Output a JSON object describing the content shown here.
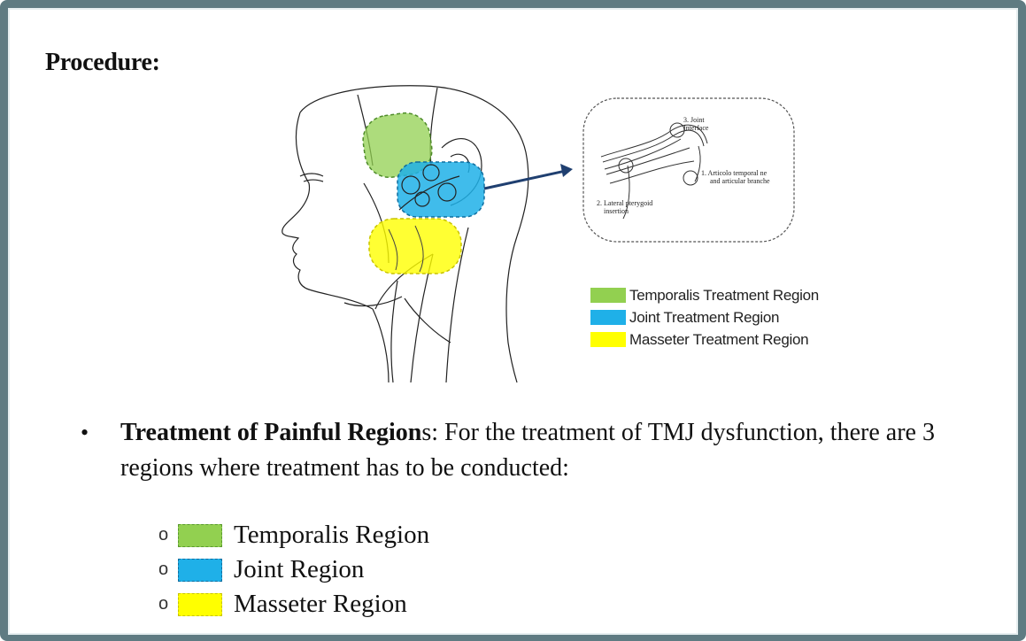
{
  "heading": "Procedure:",
  "figure": {
    "inset": {
      "label_1": "3. Joint",
      "label_1b": "Interface",
      "label_2": "1. Articolo temporal ne",
      "label_2b": "and articular branche",
      "label_3": "2. Lateral pterygoid",
      "label_3b": "insertion"
    },
    "legend": [
      {
        "label": "Temporalis Treatment Region",
        "color": "#92d050"
      },
      {
        "label": "Joint Treatment Region",
        "color": "#1fb0e8"
      },
      {
        "label": "Masseter Treatment Region",
        "color": "#ffff00"
      }
    ]
  },
  "bullet": {
    "marker": "•",
    "bold": "Treatment of Painful Region",
    "rest": "s:  For the treatment of TMJ dysfunction, there are 3 regions where treatment has to be conducted:"
  },
  "sublist": [
    {
      "marker": "o",
      "label": "Temporalis Region",
      "color": "#92d050"
    },
    {
      "marker": "o",
      "label": "Joint Region",
      "color": "#1fb0e8"
    },
    {
      "marker": "o",
      "label": "Masseter Region",
      "color": "#ffff00"
    }
  ]
}
